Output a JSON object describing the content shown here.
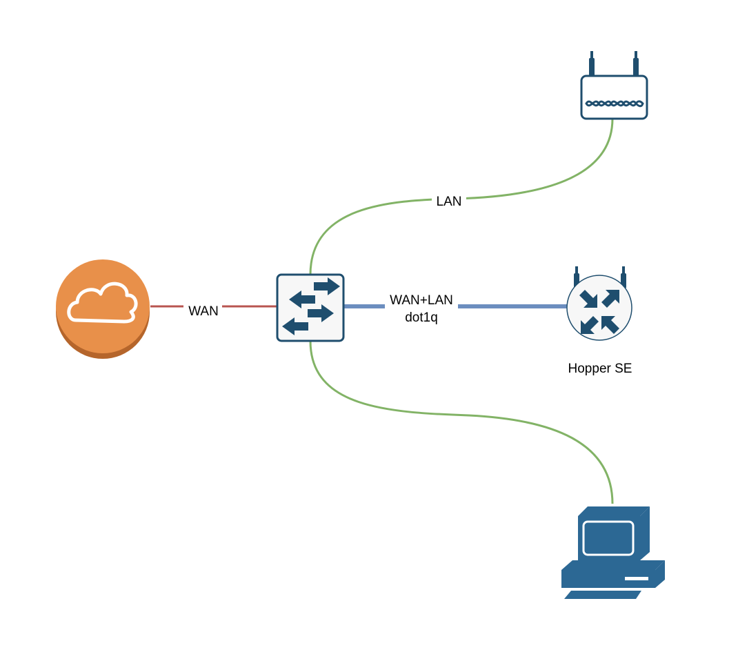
{
  "diagram": {
    "type": "network-topology",
    "nodes": [
      {
        "id": "internet",
        "icon": "cloud-icon",
        "label": ""
      },
      {
        "id": "switch",
        "icon": "switch-icon",
        "label": ""
      },
      {
        "id": "access-point",
        "icon": "wireless-router-icon",
        "label": ""
      },
      {
        "id": "hopper-se",
        "icon": "router-icon",
        "label": "Hopper SE"
      },
      {
        "id": "workstation",
        "icon": "computer-icon",
        "label": ""
      }
    ],
    "links": [
      {
        "from": "internet",
        "to": "switch",
        "label": "WAN",
        "color": "#b85450"
      },
      {
        "from": "switch",
        "to": "access-point",
        "label": "LAN",
        "color": "#82b366"
      },
      {
        "from": "switch",
        "to": "hopper-se",
        "label_line1": "WAN+LAN",
        "label_line2": "dot1q",
        "color": "#6c8ebf"
      },
      {
        "from": "switch",
        "to": "workstation",
        "label": "",
        "color": "#82b366"
      }
    ],
    "colors": {
      "cloud": "#e8904a",
      "cloud_shadow": "#b5652b",
      "device": "#1f4e6e",
      "pc": "#2c6894",
      "switch_fill": "#f7f7f7"
    }
  }
}
